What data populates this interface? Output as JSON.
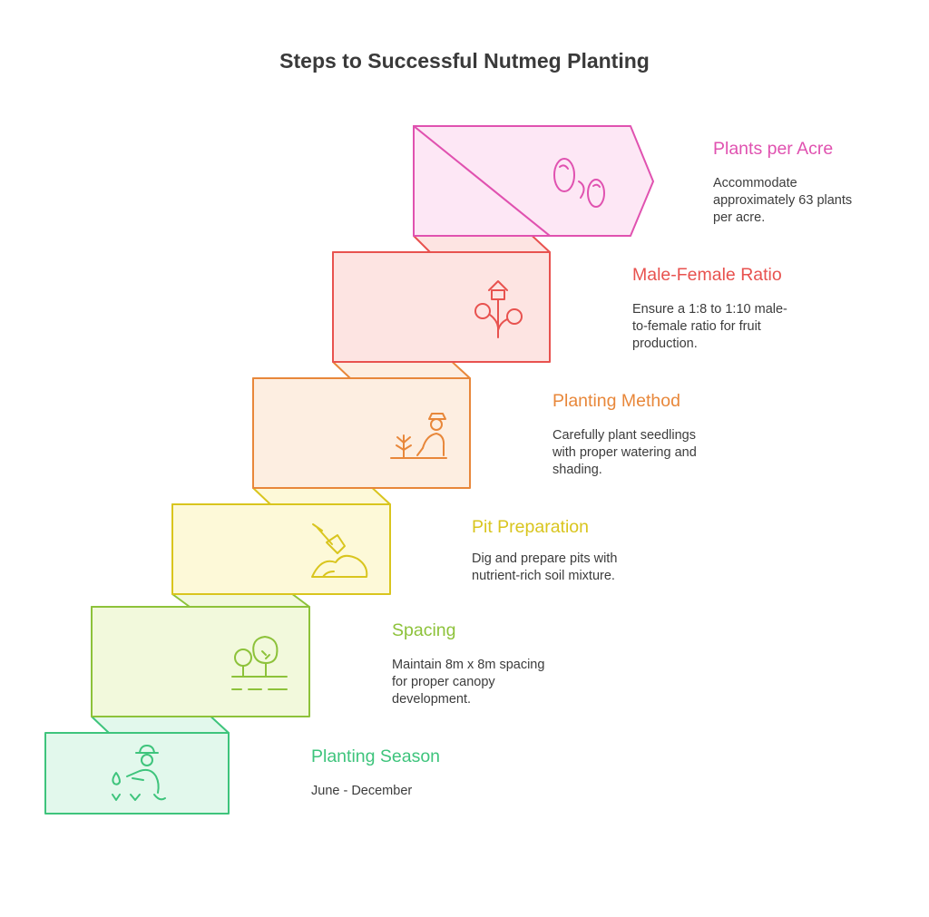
{
  "title": "Steps to Successful Nutmeg Planting",
  "steps": [
    {
      "heading": "Plants per Acre",
      "description": [
        "Accommodate",
        "approximately 63 plants",
        "per acre."
      ],
      "color": "#e052b0",
      "fill": "#fde7f5",
      "icon": "nutmeg-seeds-icon"
    },
    {
      "heading": "Male-Female Ratio",
      "description": [
        "Ensure a 1:8 to 1:10 male-",
        "to-female ratio for fruit",
        "production."
      ],
      "color": "#e8524f",
      "fill": "#fde4e2",
      "icon": "male-female-plant-icon"
    },
    {
      "heading": "Planting Method",
      "description": [
        "Carefully plant seedlings",
        "with proper watering and",
        "shading."
      ],
      "color": "#e8873a",
      "fill": "#fdeee1",
      "icon": "farmer-planting-icon"
    },
    {
      "heading": "Pit Preparation",
      "description": [
        "Dig and prepare pits with",
        "nutrient-rich soil mixture."
      ],
      "color": "#d9c51e",
      "fill": "#fdf9d8",
      "icon": "shovel-soil-icon"
    },
    {
      "heading": "Spacing",
      "description": [
        "Maintain 8m x 8m spacing",
        "for proper canopy",
        "development."
      ],
      "color": "#8dc23a",
      "fill": "#f2f9dc",
      "icon": "spaced-trees-icon"
    },
    {
      "heading": "Planting Season",
      "description": [
        "June - December"
      ],
      "color": "#3ec47c",
      "fill": "#e2f8ec",
      "icon": "gardener-seedlings-icon"
    }
  ]
}
